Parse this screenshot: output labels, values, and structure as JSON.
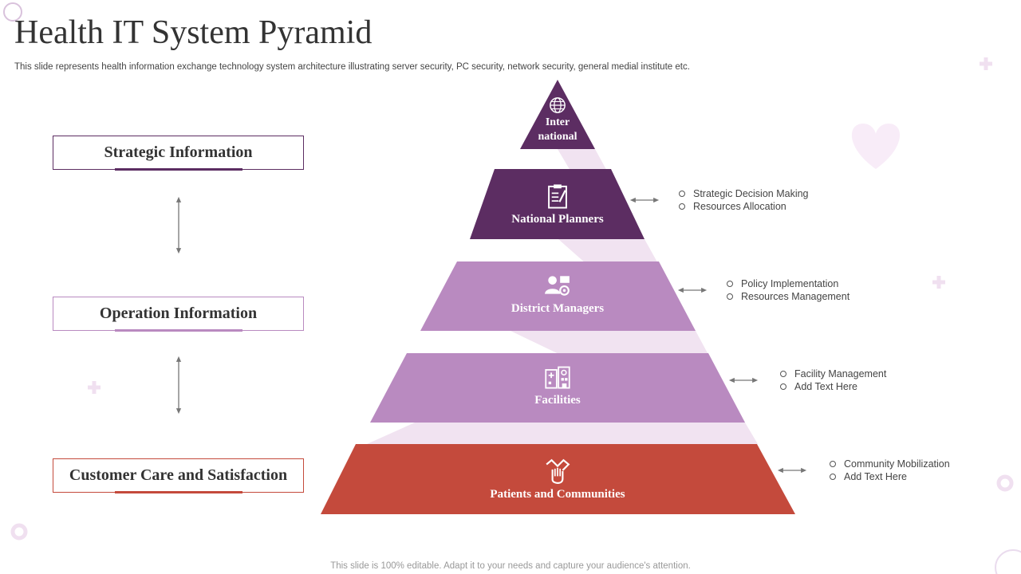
{
  "header": {
    "title": "Health IT System Pyramid",
    "subtitle": "This slide represents health information exchange technology system architecture illustrating server security, PC security, network security, general medial institute etc."
  },
  "left_labels": [
    {
      "text": "Strategic Information",
      "color": "#5c2d62"
    },
    {
      "text": "Operation Information",
      "color": "#b98ac0"
    },
    {
      "text": "Customer Care and Satisfaction",
      "color": "#c44a3c"
    }
  ],
  "pyramid": [
    {
      "line1": "Inter",
      "line2": "national",
      "icon": "globe-icon",
      "color": "#5c2d62"
    },
    {
      "label": "National Planners",
      "icon": "clipboard-icon",
      "color": "#5c2d62"
    },
    {
      "label": "District Managers",
      "icon": "manager-icon",
      "color": "#b98ac0"
    },
    {
      "label": "Facilities",
      "icon": "building-icon",
      "color": "#b98ac0"
    },
    {
      "label": "Patients and Communities",
      "icon": "handshake-icon",
      "color": "#c44a3c"
    }
  ],
  "details": [
    {
      "items": [
        "Strategic Decision Making",
        "Resources Allocation"
      ]
    },
    {
      "items": [
        "Policy Implementation",
        "Resources Management"
      ]
    },
    {
      "items": [
        "Facility Management",
        "Add Text Here"
      ]
    },
    {
      "items": [
        "Community Mobilization",
        "Add Text Here"
      ]
    }
  ],
  "footer": {
    "note": "This slide is 100% editable. Adapt it to your needs and capture your audience's attention."
  },
  "colors": {
    "dark_purple": "#5c2d62",
    "light_purple": "#b98ac0",
    "red": "#c44a3c",
    "pale": "#f1e3f1"
  }
}
